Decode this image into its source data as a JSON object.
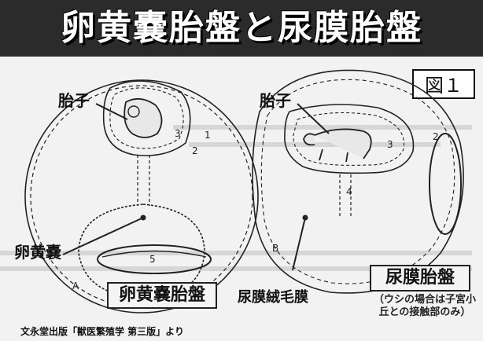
{
  "title": "卵黄嚢胎盤と尿膜胎盤",
  "figure_label": "図１",
  "labels": {
    "fetus_left": "胎子",
    "fetus_right": "胎子",
    "yolk_sac": "卵黄嚢",
    "allantochorion": "尿膜絨毛膜",
    "yolk_sac_placenta": "卵黄嚢胎盤",
    "allantoic_placenta": "尿膜胎盤",
    "note_line1": "（ウシの場合は子宮小",
    "note_line2": "丘との接触部のみ）"
  },
  "diagram_numbers": {
    "l1": "1",
    "l2": "2",
    "l3": "3",
    "l5": "5",
    "lA": "A",
    "r2": "2",
    "r3": "3",
    "r4": "4",
    "rB": "B"
  },
  "credit": "文永堂出版「獣医繁殖学 第三版」より",
  "colors": {
    "banner": "#2b2b2b",
    "ink": "#111111",
    "paper": "#f2f2f2"
  }
}
